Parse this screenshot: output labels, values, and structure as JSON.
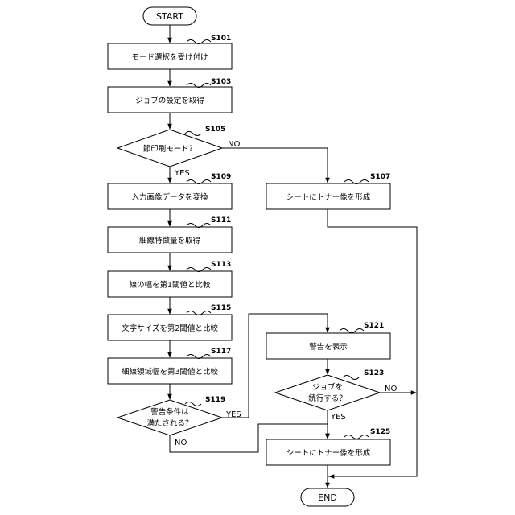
{
  "start": "START",
  "end": "END",
  "steps": {
    "s101": {
      "id": "S101",
      "label": "モード選択を受け付け"
    },
    "s103": {
      "id": "S103",
      "label": "ジョブの設定を取得"
    },
    "s105": {
      "id": "S105",
      "label": "節印刷モード？"
    },
    "s107": {
      "id": "S107",
      "label": "シートにトナー像を形成"
    },
    "s109": {
      "id": "S109",
      "label": "入力画像データを変換"
    },
    "s111": {
      "id": "S111",
      "label": "細線特徴量を取得"
    },
    "s113": {
      "id": "S113",
      "label": "線の幅を第1閾値と比較"
    },
    "s115": {
      "id": "S115",
      "label": "文字サイズを第2閾値と比較"
    },
    "s117": {
      "id": "S117",
      "label": "細線領域幅を第3閾値と比較"
    },
    "s119": {
      "id": "S119",
      "label_line1": "警告条件は",
      "label_line2": "満たされる？"
    },
    "s121": {
      "id": "S121",
      "label": "警告を表示"
    },
    "s123": {
      "id": "S123",
      "label_line1": "ジョブを",
      "label_line2": "続行する？"
    },
    "s125": {
      "id": "S125",
      "label": "シートにトナー像を形成"
    }
  },
  "branches": {
    "yes": "YES",
    "no": "NO"
  }
}
